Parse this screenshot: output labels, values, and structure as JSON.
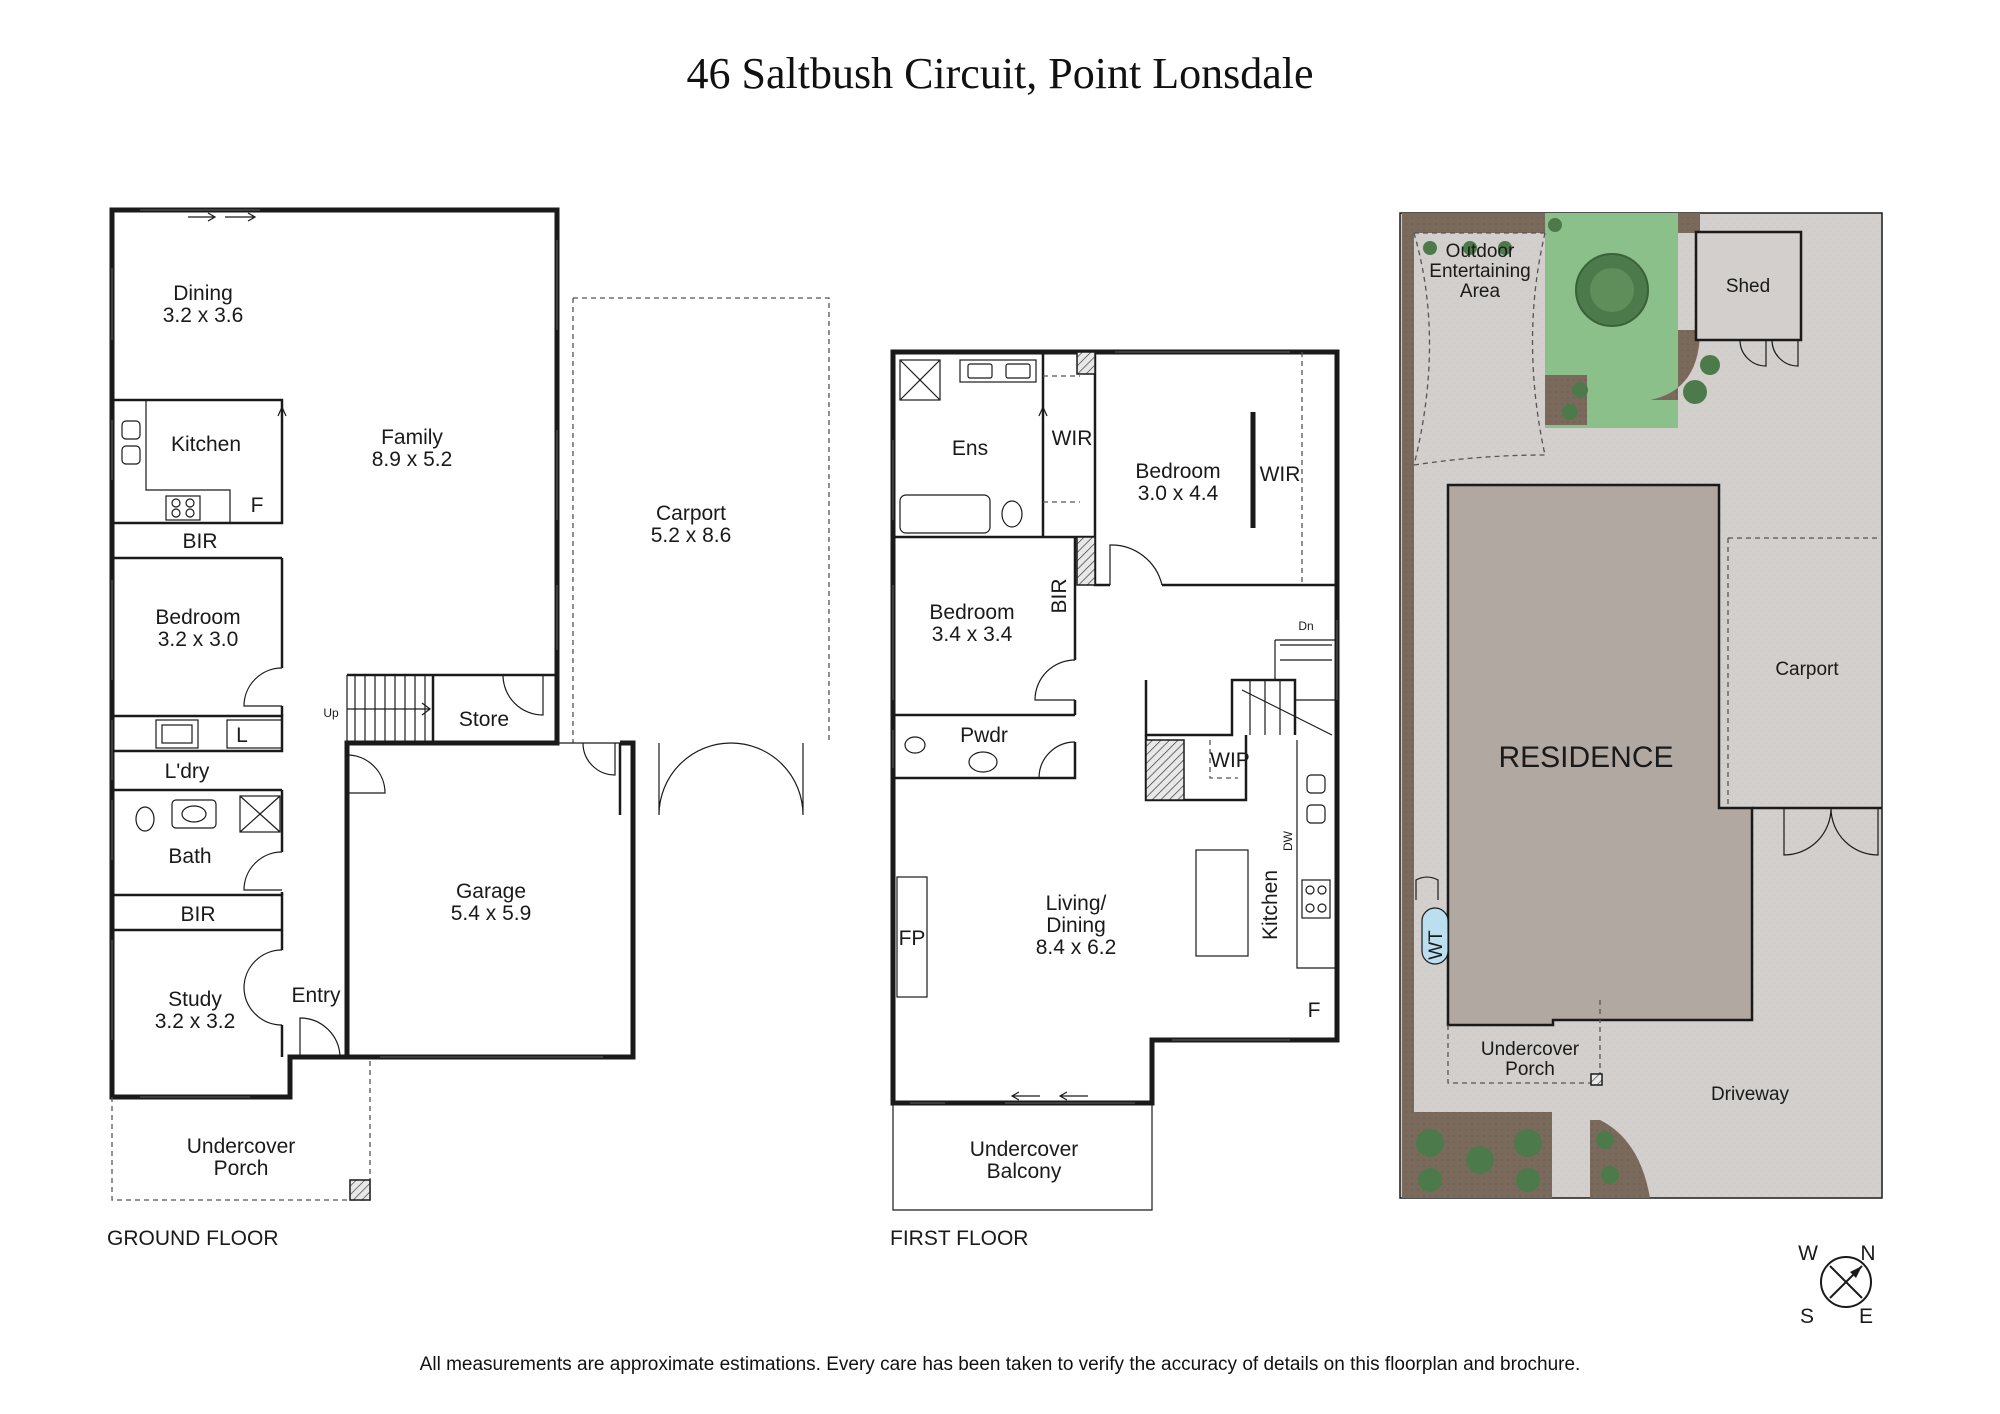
{
  "title": "46 Saltbush Circuit, Point Lonsdale",
  "disclaimer": "All measurements are approximate estimations. Every care has been taken to verify the accuracy of details on this floorplan and brochure.",
  "ground_floor": {
    "caption": "GROUND FLOOR",
    "rooms": {
      "dining": {
        "name": "Dining",
        "dims": "3.2 x 3.6"
      },
      "family": {
        "name": "Family",
        "dims": "8.9 x 5.2"
      },
      "kitchen": {
        "name": "Kitchen"
      },
      "fridge": "F",
      "bir1": "BIR",
      "bedroom": {
        "name": "Bedroom",
        "dims": "3.2 x 3.0"
      },
      "linen": "L",
      "laundry": "L'dry",
      "bath": "Bath",
      "bir2": "BIR",
      "study": {
        "name": "Study",
        "dims": "3.2 x 3.2"
      },
      "entry": "Entry",
      "store": "Store",
      "up": "Up",
      "garage": {
        "name": "Garage",
        "dims": "5.4 x 5.9"
      },
      "carport": {
        "name": "Carport",
        "dims": "5.2 x 8.6"
      },
      "porch": {
        "line1": "Undercover",
        "line2": "Porch"
      }
    }
  },
  "first_floor": {
    "caption": "FIRST FLOOR",
    "rooms": {
      "ens": "Ens",
      "wir1": "WIR",
      "wir2": "WIR",
      "bedroom1": {
        "name": "Bedroom",
        "dims": "3.0 x 4.4"
      },
      "bedroom2": {
        "name": "Bedroom",
        "dims": "3.4 x 3.4"
      },
      "bir": "BIR",
      "dn": "Dn",
      "pwdr": "Pwdr",
      "wip": "WIP",
      "dw": "DW",
      "fp": "FP",
      "living": {
        "line1": "Living/",
        "line2": "Dining",
        "dims": "8.4 x 6.2"
      },
      "kitchen": "Kitchen",
      "fridge": "F",
      "balcony": {
        "line1": "Undercover",
        "line2": "Balcony"
      }
    }
  },
  "site_plan": {
    "outdoor": {
      "line1": "Outdoor",
      "line2": "Entertaining",
      "line3": "Area"
    },
    "shed": "Shed",
    "residence": "RESIDENCE",
    "carport": "Carport",
    "wt": "WT",
    "porch": {
      "line1": "Undercover",
      "line2": "Porch"
    },
    "driveway": "Driveway"
  },
  "compass": {
    "w": "W",
    "n": "N",
    "s": "S",
    "e": "E"
  },
  "colors": {
    "wall": "#1a1a1a",
    "site_ground": "#d2cfcc",
    "residence_roof": "#b2a8a2",
    "lawn": "#8cc08a",
    "garden_bed": "#7a6a5c",
    "shrub": "#4d7a4a",
    "tank": "#bcdff0"
  }
}
